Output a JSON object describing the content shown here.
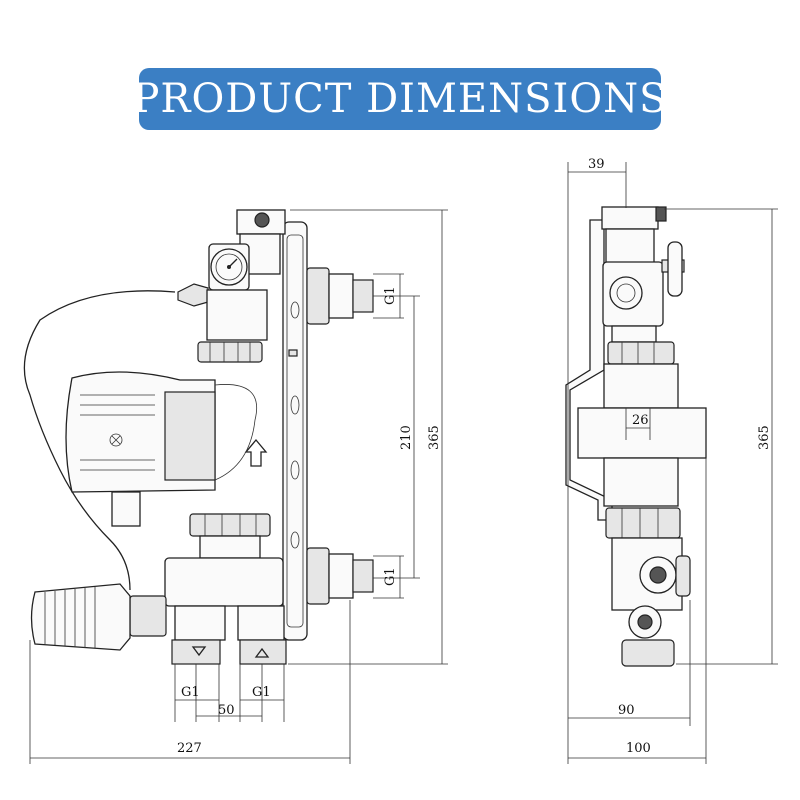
{
  "banner": {
    "title": "PRODUCT DIMENSIONS",
    "color": "#3b7fc4"
  },
  "front_view": {
    "dim_width": "227",
    "dim_pipe_spacing": "50",
    "dim_thread_left": "G1",
    "dim_thread_right": "G1",
    "dim_thread_top": "G1",
    "dim_thread_bottom": "G1",
    "dim_center_distance": "210",
    "dim_height": "365"
  },
  "side_view": {
    "dim_top_offset": "39",
    "dim_pipe_offset": "26",
    "dim_height": "365",
    "dim_depth_inner": "90",
    "dim_depth_total": "100"
  }
}
